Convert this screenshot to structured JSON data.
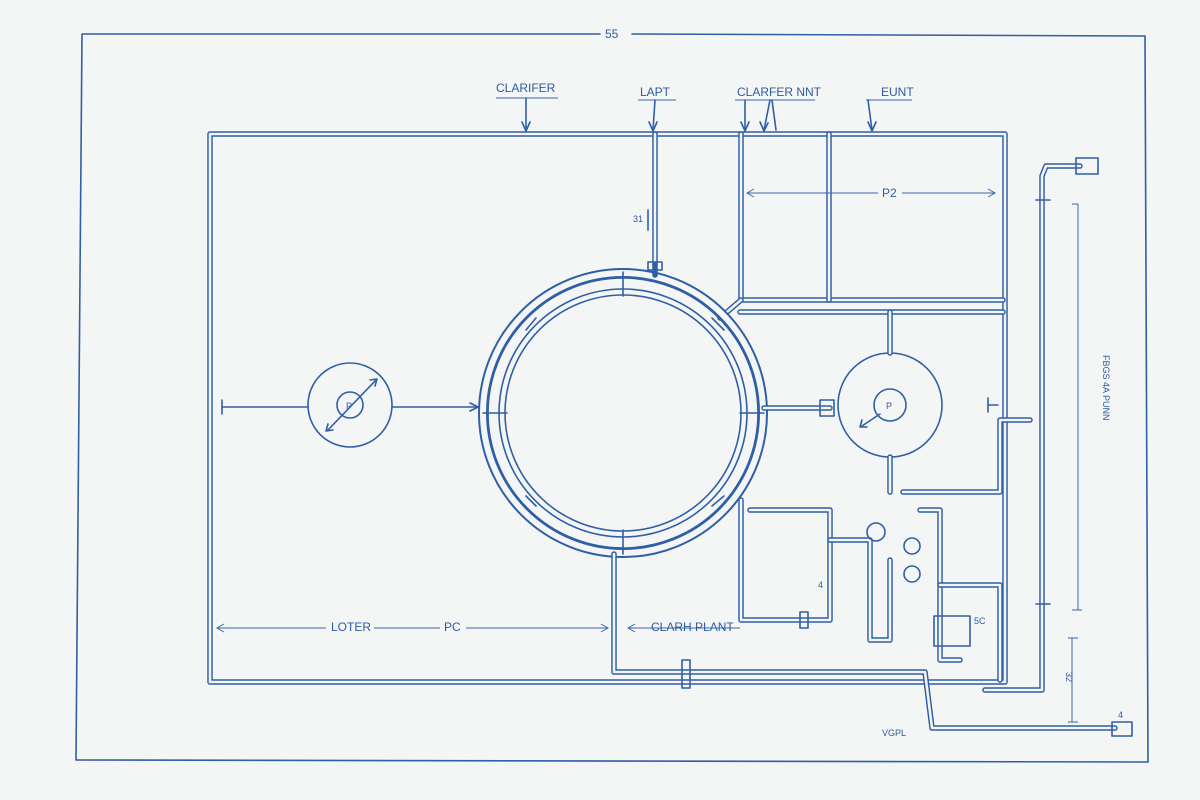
{
  "sheet": {
    "number": "55",
    "colors": {
      "ink": "#2f5fa6",
      "paper": "#f4f5f5"
    }
  },
  "labels": {
    "clarifier": "CLARIFER",
    "lapt": "LAPT",
    "clarifier_unit": "CLARFER NNT",
    "eunt": "EUNT",
    "p2": "P2",
    "p": "P",
    "p_right": "P",
    "loter": "LOTER",
    "pc": "PC",
    "clarh_plant": "CLARH PLANT",
    "pump_label": "FBGS 4A PUNN",
    "vgpl": "VGPL",
    "small_31": "31",
    "small_5c": "5C",
    "small_4": "4",
    "small_32": "32",
    "small_4b": "4"
  }
}
